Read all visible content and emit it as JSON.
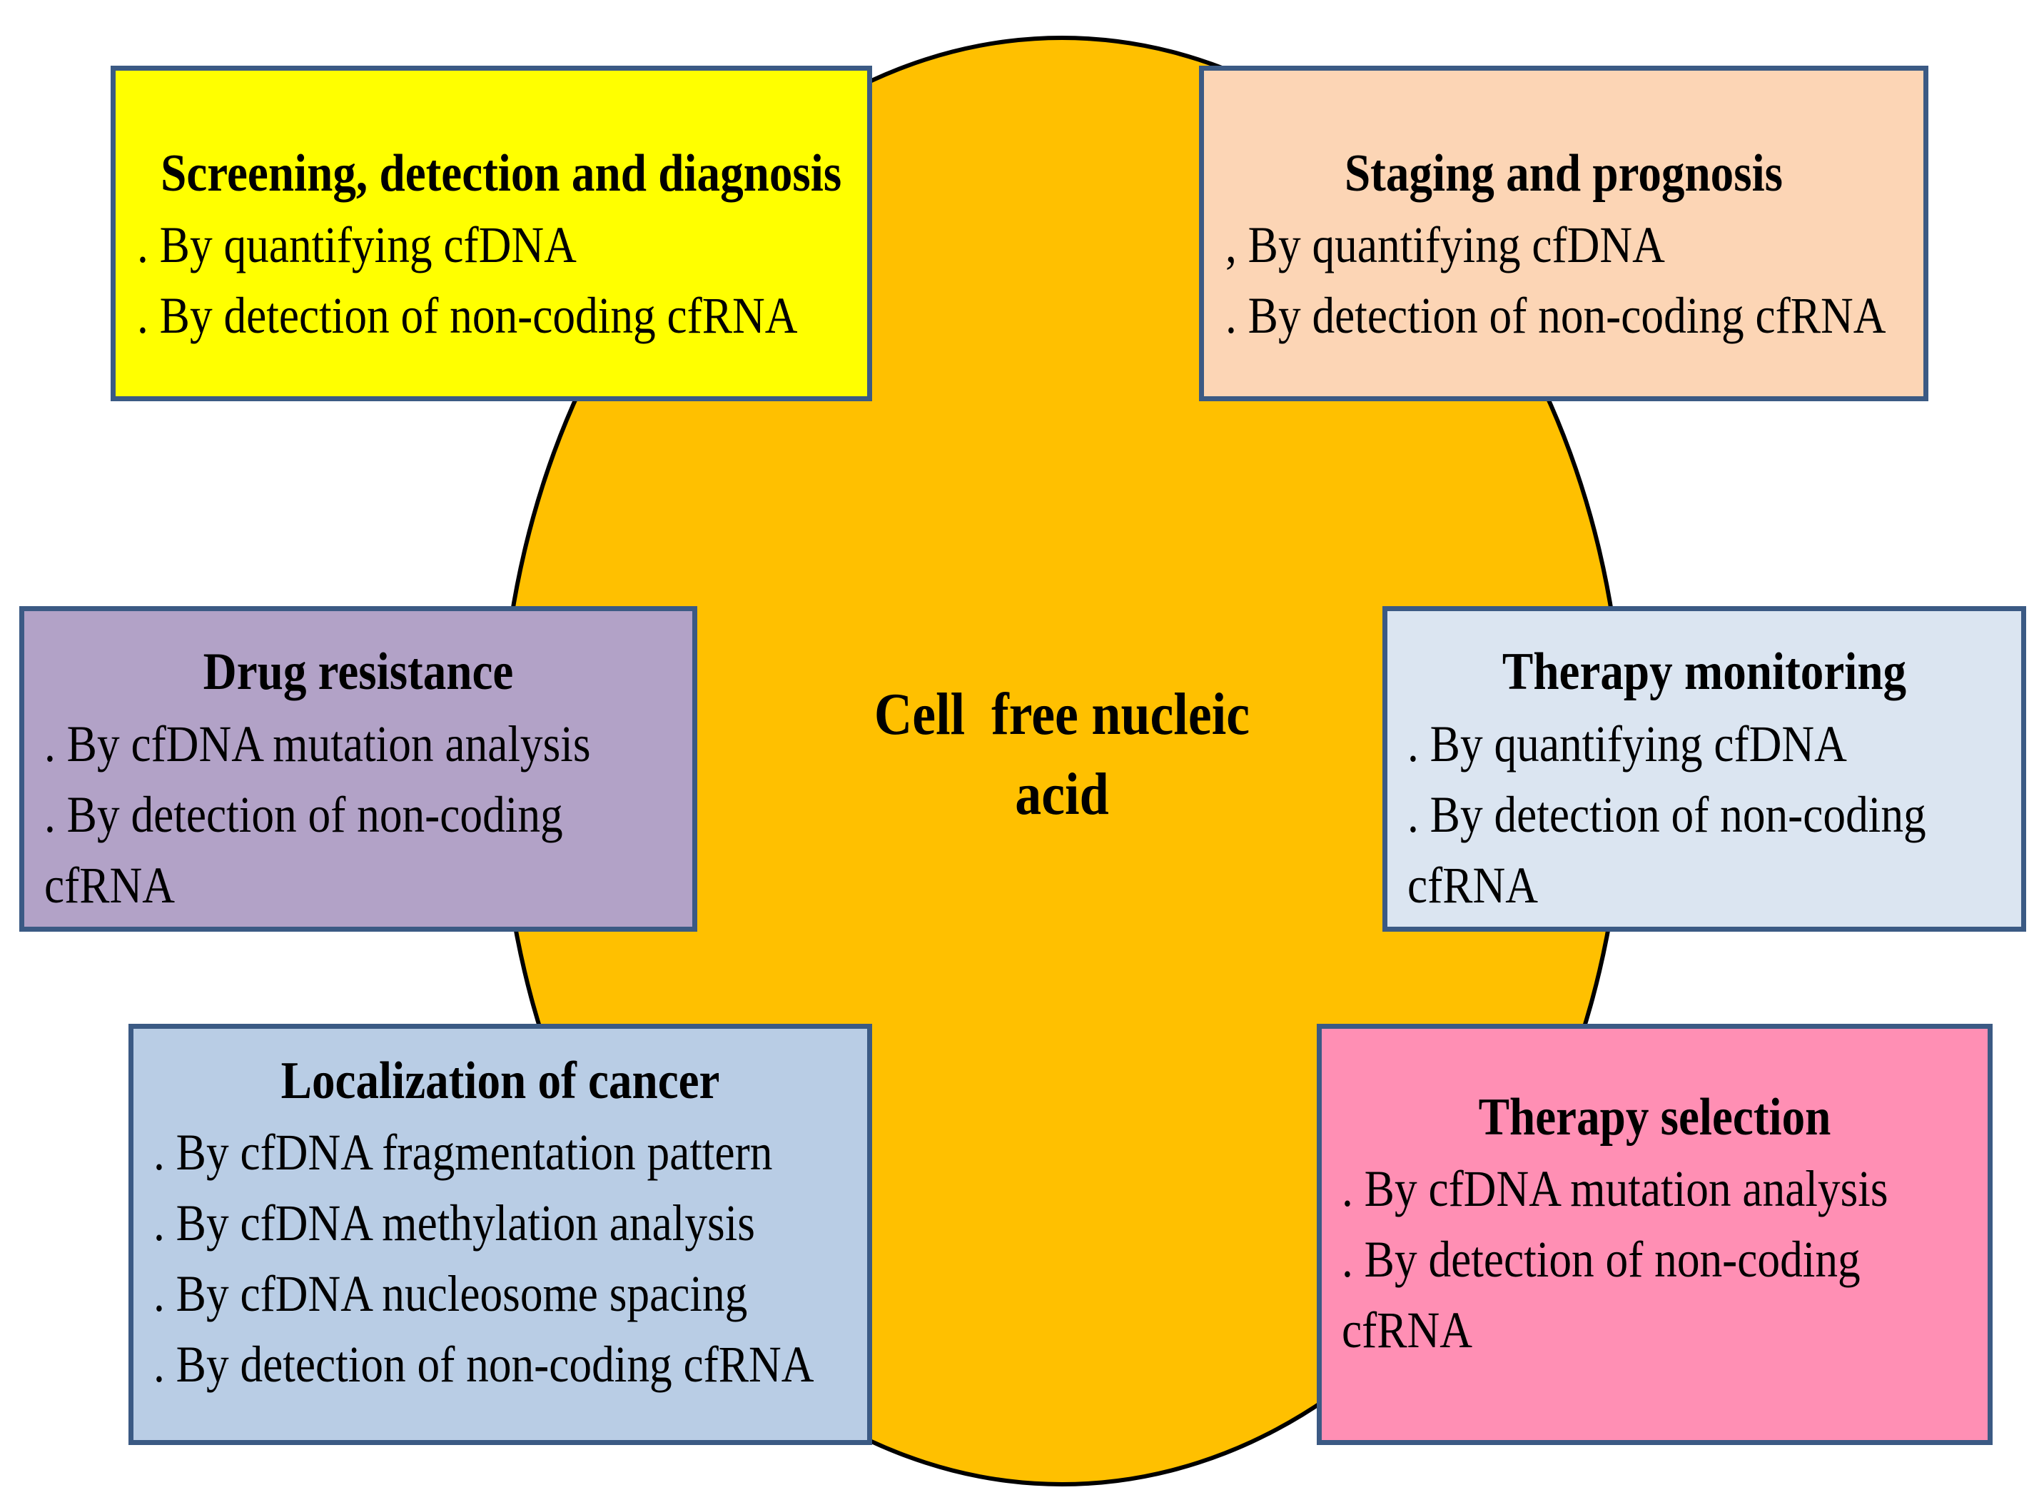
{
  "colors": {
    "ellipse_fill": "#ffc000",
    "border": "#3b5a84",
    "screening_fill": "#ffff00",
    "staging_fill": "#fcd5b5",
    "drug_fill": "#b2a2c7",
    "therapy_monitoring_fill": "#dbe5f1",
    "localization_fill": "#b9cde5",
    "therapy_selection_fill": "#ff8fb4"
  },
  "center": {
    "line1": "Cell  free nucleic",
    "line2": "acid"
  },
  "boxes": {
    "screening": {
      "title": "Screening, detection and diagnosis",
      "items": [
        ". By quantifying cfDNA",
        ". By detection of non-coding cfRNA"
      ]
    },
    "staging": {
      "title": "Staging and prognosis",
      "items": [
        ", By quantifying cfDNA",
        ". By detection of non-coding cfRNA"
      ]
    },
    "drug_resistance": {
      "title": "Drug resistance",
      "items": [
        ". By cfDNA mutation analysis",
        ". By detection of non-coding",
        "cfRNA"
      ]
    },
    "therapy_monitoring": {
      "title": "Therapy monitoring",
      "items": [
        ". By quantifying cfDNA",
        ". By detection of non-coding",
        "cfRNA"
      ]
    },
    "localization": {
      "title": "Localization of cancer",
      "items": [
        ". By cfDNA fragmentation pattern",
        ". By cfDNA methylation analysis",
        ". By cfDNA nucleosome spacing",
        ". By detection of non-coding cfRNA"
      ]
    },
    "therapy_selection": {
      "title": "Therapy selection",
      "items": [
        ". By cfDNA mutation analysis",
        ". By detection of non-coding",
        "cfRNA"
      ]
    }
  }
}
